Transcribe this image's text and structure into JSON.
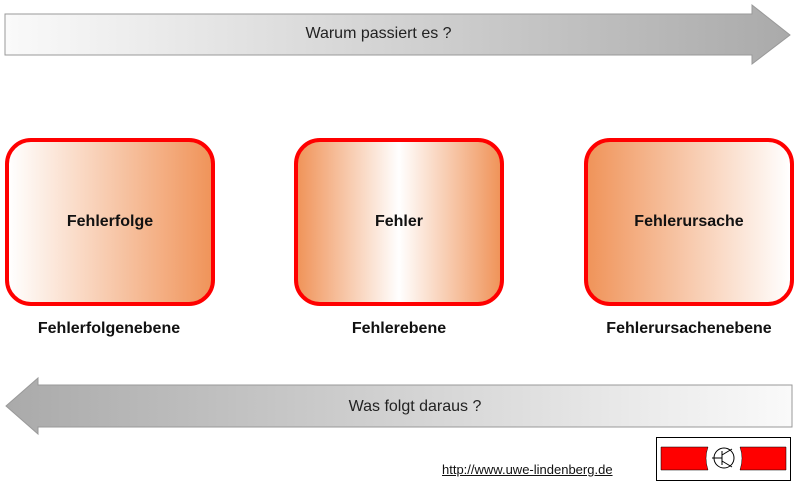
{
  "top_arrow": {
    "label": "Warum passiert es ?"
  },
  "bottom_arrow": {
    "label": "Was folgt daraus ?"
  },
  "boxes": [
    {
      "title": "Fehlerfolge",
      "level": "Fehlerfolgenebene"
    },
    {
      "title": "Fehler",
      "level": "Fehlerebene"
    },
    {
      "title": "Fehlerursache",
      "level": "Fehlerursachenebene"
    }
  ],
  "colors": {
    "border": "#ff0000",
    "fill": "#f0945a"
  },
  "footer": {
    "link": "http://www.uwe-lindenberg.de"
  }
}
